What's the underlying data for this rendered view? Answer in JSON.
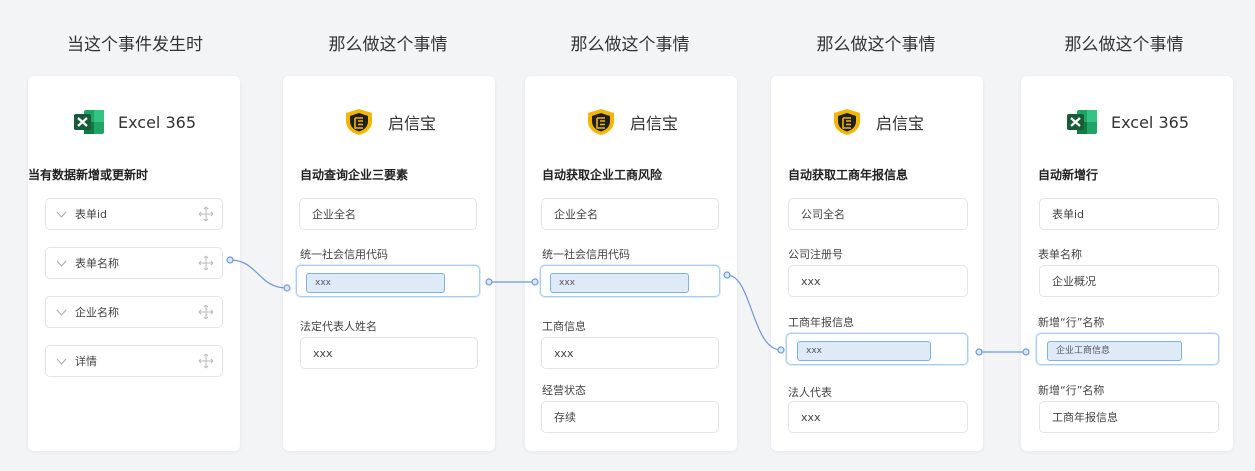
{
  "columns": [
    {
      "header": "当这个事件发生时",
      "app": "Excel 365",
      "title": "当有数据新增或更新时",
      "fields": [
        "表单id",
        "表单名称",
        "企业名称",
        "详情"
      ]
    },
    {
      "header": "那么做这个事情",
      "app": "启信宝",
      "title": "自动查询企业三要素",
      "fields": [
        {
          "label": "",
          "value": "企业全名"
        },
        {
          "label": "统一社会信用代码",
          "chip": "xxx"
        },
        {
          "label": "法定代表人姓名",
          "value": "xxx"
        }
      ]
    },
    {
      "header": "那么做这个事情",
      "app": "启信宝",
      "title": "自动获取企业工商风险",
      "fields": [
        {
          "label": "",
          "value": "企业全名"
        },
        {
          "label": "统一社会信用代码",
          "chip": "xxx"
        },
        {
          "label": "工商信息",
          "value": "xxx"
        },
        {
          "label": "经营状态",
          "value": "存续"
        }
      ]
    },
    {
      "header": "那么做这个事情",
      "app": "启信宝",
      "title": "自动获取工商年报信息",
      "fields": [
        {
          "label": "",
          "value": "公司全名"
        },
        {
          "label": "公司注册号",
          "value": "xxx"
        },
        {
          "label": "工商年报信息",
          "chip": "xxx"
        },
        {
          "label": "法人代表",
          "value": "xxx"
        }
      ]
    },
    {
      "header": "那么做这个事情",
      "app": "Excel 365",
      "title": "自动新增行",
      "fields": [
        {
          "label": "",
          "value": "表单id"
        },
        {
          "label": "表单名称",
          "value": "企业概况"
        },
        {
          "label": "新增“行”名称",
          "chip": "企业工商信息"
        },
        {
          "label": "新增“行”名称",
          "value": "工商年报信息"
        }
      ]
    }
  ],
  "icons": {
    "excel": "excel-icon",
    "qixinbao": "qixinbao-shield-icon",
    "trigger_field_left": "chevron-down-icon",
    "trigger_field_right": "move-arrows-icon"
  },
  "colors": {
    "link": "#6f97d8",
    "excel_green": "#1d7a45",
    "shield_gold": "#f2b705",
    "mapped_border": "#a9cdf0"
  }
}
